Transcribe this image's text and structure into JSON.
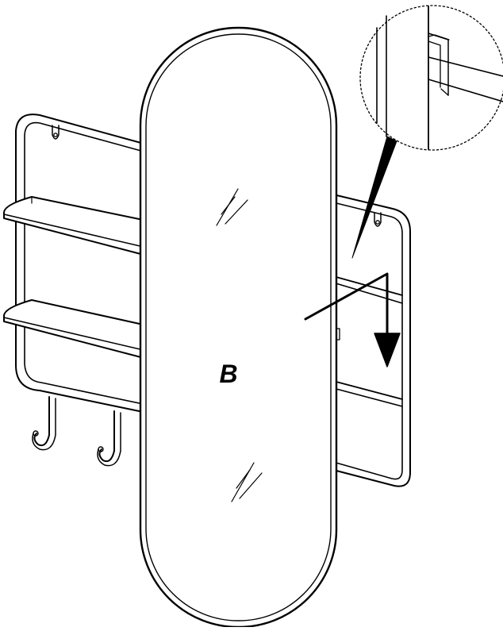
{
  "diagram": {
    "part_label": "B",
    "stroke_color": "#000000",
    "background_color": "#ffffff",
    "parts": [
      {
        "name": "wall-rack-frame"
      },
      {
        "name": "upper-shelf"
      },
      {
        "name": "lower-shelf"
      },
      {
        "name": "coat-hooks",
        "count": 2
      },
      {
        "name": "oval-mirror",
        "label": "B"
      },
      {
        "name": "detail-callout-circle"
      },
      {
        "name": "downward-arrow"
      }
    ]
  }
}
